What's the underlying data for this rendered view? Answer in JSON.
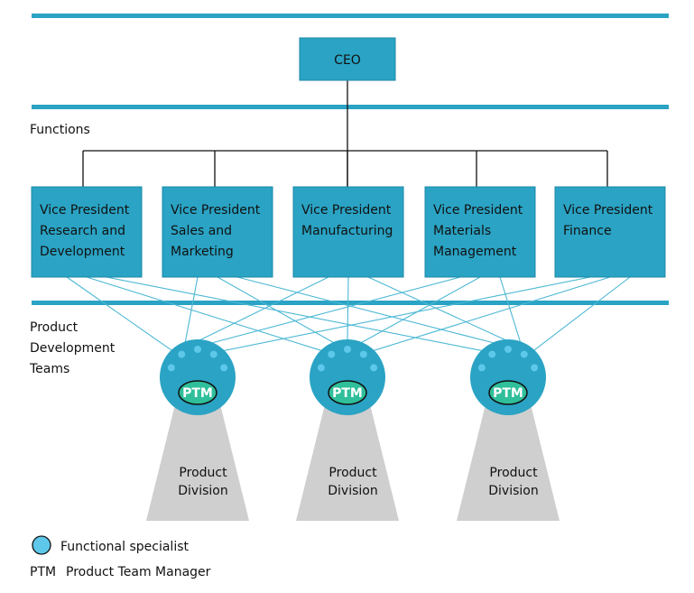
{
  "colors": {
    "box": "#2aa3c4",
    "box_border": "#1e8aa8",
    "band": "#2aa3c4",
    "org_line": "#111111",
    "team_line": "#4db8d4",
    "team_circle": "#2aa3c4",
    "specialist_dot": "#5ec8ea",
    "ptm_fill": "#2fbf9a",
    "division": "#cfcfcf"
  },
  "ceo": {
    "label": "CEO"
  },
  "functions_label": "Functions",
  "vice_presidents": [
    {
      "lines": [
        "Vice President",
        "Research and",
        "Development"
      ]
    },
    {
      "lines": [
        "Vice President",
        "Sales and",
        "Marketing"
      ]
    },
    {
      "lines": [
        "Vice President",
        "Manufacturing"
      ]
    },
    {
      "lines": [
        "Vice President",
        "Materials",
        "Management"
      ]
    },
    {
      "lines": [
        "Vice President",
        "Finance"
      ]
    }
  ],
  "teams_label": [
    "Product",
    "Development",
    "Teams"
  ],
  "teams": [
    {
      "ptm": "PTM",
      "division": [
        "Product",
        "Division"
      ]
    },
    {
      "ptm": "PTM",
      "division": [
        "Product",
        "Division"
      ]
    },
    {
      "ptm": "PTM",
      "division": [
        "Product",
        "Division"
      ]
    }
  ],
  "legend": {
    "specialist": "Functional specialist",
    "ptm_abbr": "PTM",
    "ptm_desc": "Product Team Manager"
  }
}
